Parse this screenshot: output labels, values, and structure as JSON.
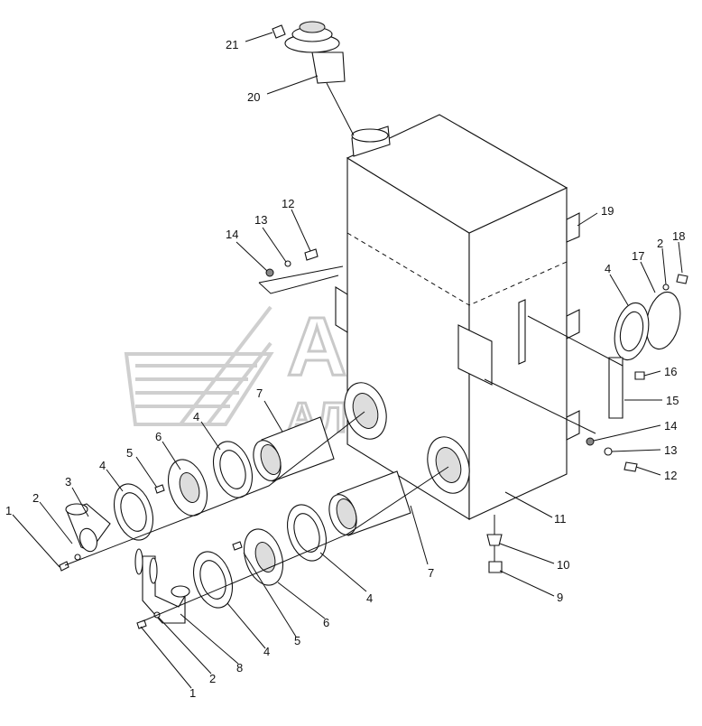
{
  "watermark": {
    "line1": "АВТО",
    "line2": "АЛЬЯНС"
  },
  "callouts": [
    {
      "id": "c21",
      "text": "21"
    },
    {
      "id": "c20",
      "text": "20"
    },
    {
      "id": "c12a",
      "text": "12"
    },
    {
      "id": "c13a",
      "text": "13"
    },
    {
      "id": "c14a",
      "text": "14"
    },
    {
      "id": "c19",
      "text": "19"
    },
    {
      "id": "c18",
      "text": "18"
    },
    {
      "id": "c2a",
      "text": "2"
    },
    {
      "id": "c17",
      "text": "17"
    },
    {
      "id": "c4a",
      "text": "4"
    },
    {
      "id": "c16",
      "text": "16"
    },
    {
      "id": "c15",
      "text": "15"
    },
    {
      "id": "c14b",
      "text": "14"
    },
    {
      "id": "c13b",
      "text": "13"
    },
    {
      "id": "c12b",
      "text": "12"
    },
    {
      "id": "c7a",
      "text": "7"
    },
    {
      "id": "c4b",
      "text": "4"
    },
    {
      "id": "c6a",
      "text": "6"
    },
    {
      "id": "c5a",
      "text": "5"
    },
    {
      "id": "c4c",
      "text": "4"
    },
    {
      "id": "c3",
      "text": "3"
    },
    {
      "id": "c2b",
      "text": "2"
    },
    {
      "id": "c1a",
      "text": "1"
    },
    {
      "id": "c11",
      "text": "11"
    },
    {
      "id": "c7b",
      "text": "7"
    },
    {
      "id": "c10",
      "text": "10"
    },
    {
      "id": "c9",
      "text": "9"
    },
    {
      "id": "c4d",
      "text": "4"
    },
    {
      "id": "c6b",
      "text": "6"
    },
    {
      "id": "c5b",
      "text": "5"
    },
    {
      "id": "c4e",
      "text": "4"
    },
    {
      "id": "c8",
      "text": "8"
    },
    {
      "id": "c2c",
      "text": "2"
    },
    {
      "id": "c1b",
      "text": "1"
    }
  ]
}
